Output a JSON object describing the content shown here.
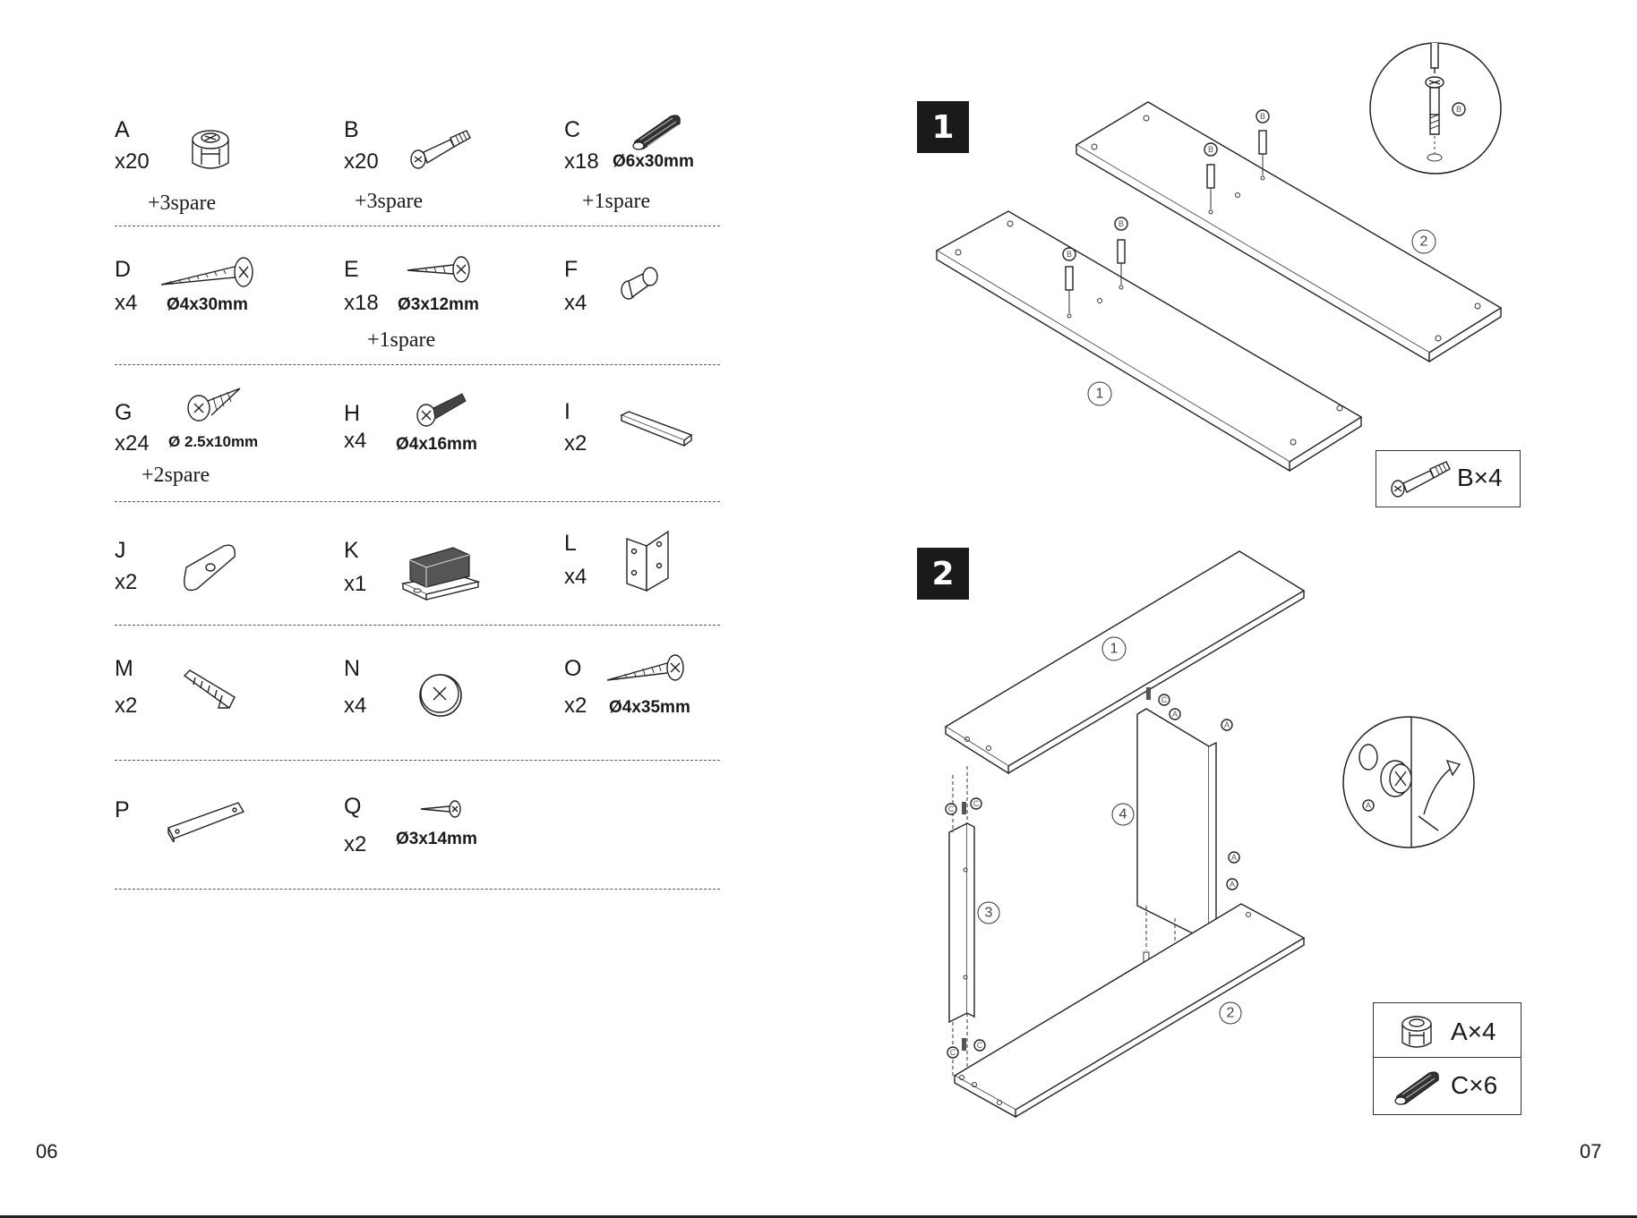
{
  "parts": {
    "A": {
      "letter": "A",
      "qty": "x20",
      "spare": "+3spare",
      "icon": "cam-lock-icon"
    },
    "B": {
      "letter": "B",
      "qty": "x20",
      "spare": "+3spare",
      "icon": "cam-bolt-icon"
    },
    "C": {
      "letter": "C",
      "qty": "x18",
      "dim": "Ø6x30mm",
      "spare": "+1spare",
      "icon": "wood-dowel-icon"
    },
    "D": {
      "letter": "D",
      "qty": "x4",
      "dim": "Ø4x30mm",
      "icon": "long-screw-icon"
    },
    "E": {
      "letter": "E",
      "qty": "x18",
      "dim": "Ø3x12mm",
      "spare": "+1spare",
      "icon": "short-screw-icon"
    },
    "F": {
      "letter": "F",
      "qty": "x4",
      "icon": "shelf-pin-icon"
    },
    "G": {
      "letter": "G",
      "qty": "x24",
      "dim": "Ø 2.5x10mm",
      "spare": "+2spare",
      "icon": "small-screw-icon"
    },
    "H": {
      "letter": "H",
      "qty": "x4",
      "dim": "Ø4x16mm",
      "icon": "machine-screw-icon"
    },
    "I": {
      "letter": "I",
      "qty": "x2",
      "icon": "plastic-strip-icon"
    },
    "J": {
      "letter": "J",
      "qty": "x2",
      "icon": "bracket-plate-icon"
    },
    "K": {
      "letter": "K",
      "qty": "x1",
      "icon": "magnetic-catch-icon"
    },
    "L": {
      "letter": "L",
      "qty": "x4",
      "icon": "hinge-icon"
    },
    "M": {
      "letter": "M",
      "qty": "x2",
      "icon": "wall-anchor-icon"
    },
    "N": {
      "letter": "N",
      "qty": "x4",
      "icon": "cover-cap-icon"
    },
    "O": {
      "letter": "O",
      "qty": "x2",
      "dim": "Ø4x35mm",
      "icon": "wall-screw-icon"
    },
    "P": {
      "letter": "P",
      "icon": "metal-strap-icon"
    },
    "Q": {
      "letter": "Q",
      "qty": "x2",
      "dim": "Ø3x14mm",
      "icon": "tiny-screw-icon"
    }
  },
  "steps": [
    {
      "number": "1",
      "legend": [
        {
          "label": "B×4",
          "icon": "cam-bolt-icon"
        }
      ],
      "panel_labels": [
        "1",
        "2"
      ],
      "hardware_tag": "B"
    },
    {
      "number": "2",
      "legend": [
        {
          "label": "A×4",
          "icon": "cam-lock-icon"
        },
        {
          "label": "C×6",
          "icon": "wood-dowel-icon"
        }
      ],
      "panel_labels": [
        "1",
        "2",
        "3",
        "4"
      ],
      "hardware_tags": [
        "A",
        "C"
      ]
    }
  ],
  "page_numbers": {
    "left": "06",
    "right": "07"
  }
}
